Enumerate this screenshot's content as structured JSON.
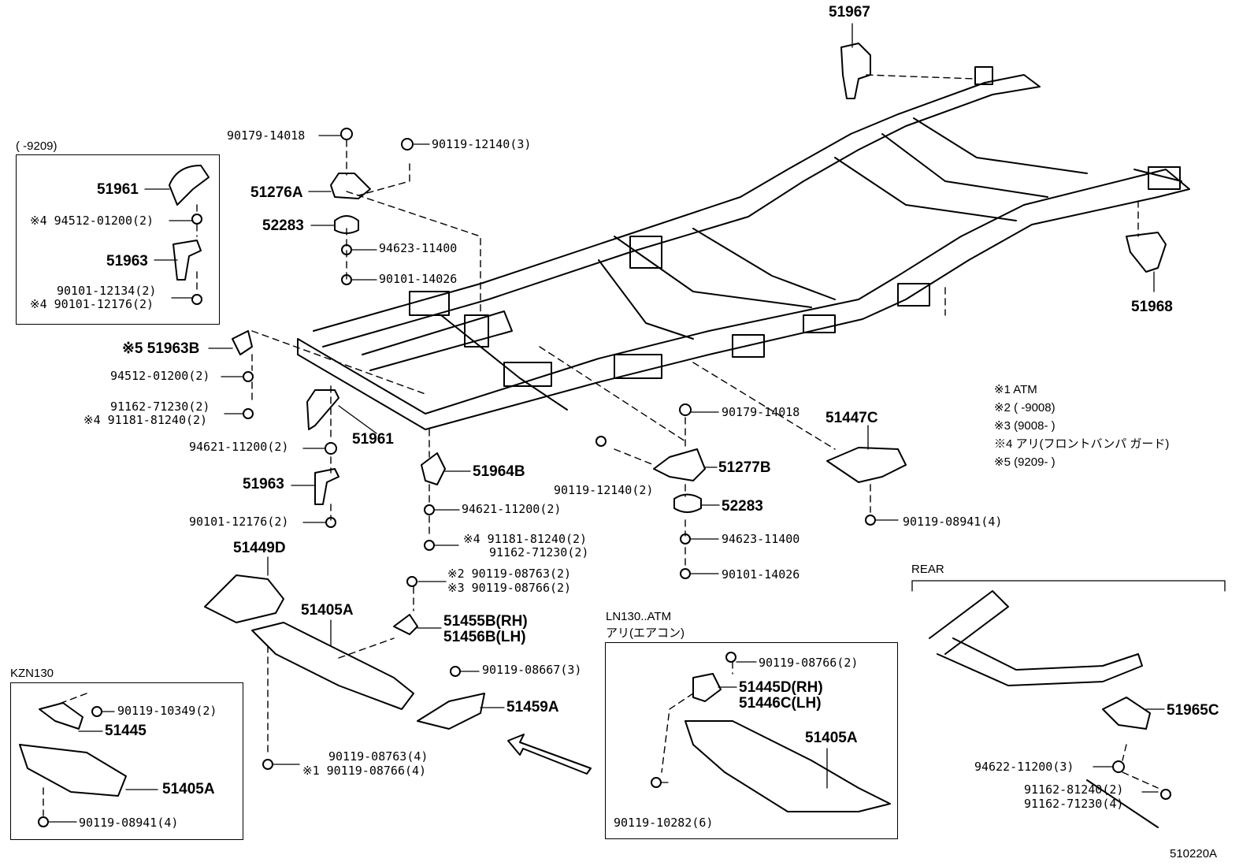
{
  "diagram": {
    "big_labels": {
      "p51967": "51967",
      "p51961_box": "51961",
      "p51963_box": "51963",
      "p51276a": "51276A",
      "p52283_top": "52283",
      "p51963b": "※5 51963B",
      "p51961": "51961",
      "p51963": "51963",
      "p51964b": "51964B",
      "p51277b": "51277B",
      "p52283_mid": "52283",
      "p51447c": "51447C",
      "p51968": "51968",
      "p51449d": "51449D",
      "p51405a_main": "51405A",
      "p51455b": "51455B(RH)",
      "p51456b": "51456B(LH)",
      "p51459a": "51459A",
      "p51445": "51445",
      "p51405a_kzn": "51405A",
      "p51445d": "51445D(RH)",
      "p51446c": "51446C(LH)",
      "p51405a_ln": "51405A",
      "p51965c": "51965C"
    },
    "small_labels": {
      "l90179_top": "90179-14018",
      "l90119_12140_3": "90119-12140(3)",
      "l94623_top": "94623-11400",
      "l90101_14026_top": "90101-14026",
      "lbox_94512": "※4 94512-01200(2)",
      "lbox_90101a": "90101-12134(2)",
      "lbox_90101b": "※4 90101-12176(2)",
      "l94512": "94512-01200(2)",
      "l91162": "91162-71230(2)",
      "l91181": "※4 91181-81240(2)",
      "l94621_left": "94621-11200(2)",
      "l90101_12176": "90101-12176(2)",
      "l94621_mid": "94621-11200(2)",
      "l91181_mid": "※4 91181-81240(2)",
      "l91162_mid": "91162-71230(2)",
      "l90179_mid": "90179-14018",
      "l90119_12140_2": "90119-12140(2)",
      "l94623_mid": "94623-11400",
      "l90101_14026_mid": "90101-14026",
      "l90119_08941_r": "90119-08941(4)",
      "l90119_08763_2": "※2 90119-08763(2)",
      "l90119_08766_2": "※3 90119-08766(2)",
      "l90119_08667": "90119-08667(3)",
      "l90119_08763_4": "90119-08763(4)",
      "l90119_08766_4": "※1 90119-08766(4)",
      "l90119_10349": "90119-10349(2)",
      "l90119_08941_k": "90119-08941(4)",
      "l90119_08766_ln": "90119-08766(2)",
      "l90119_10282": "90119-10282(6)",
      "l94622": "94622-11200(3)",
      "l91162_81240": "91162-81240(2)",
      "l91162_71230_4": "91162-71230(4)"
    },
    "inset_top_left": {
      "title": "(     -9209)"
    },
    "inset_kzn": {
      "title": "KZN130"
    },
    "inset_ln": {
      "title_line1": "LN130..ATM",
      "title_line2": "アリ(エアコン)"
    },
    "rear": {
      "title": "REAR"
    },
    "legend": [
      "※1 ATM",
      "※2 (     -9008)",
      "※3 (9008-     )",
      "※4 アリ(フロントバンパ ガード)",
      "※5 (9209-     )"
    ],
    "figure_id": "510220A"
  }
}
